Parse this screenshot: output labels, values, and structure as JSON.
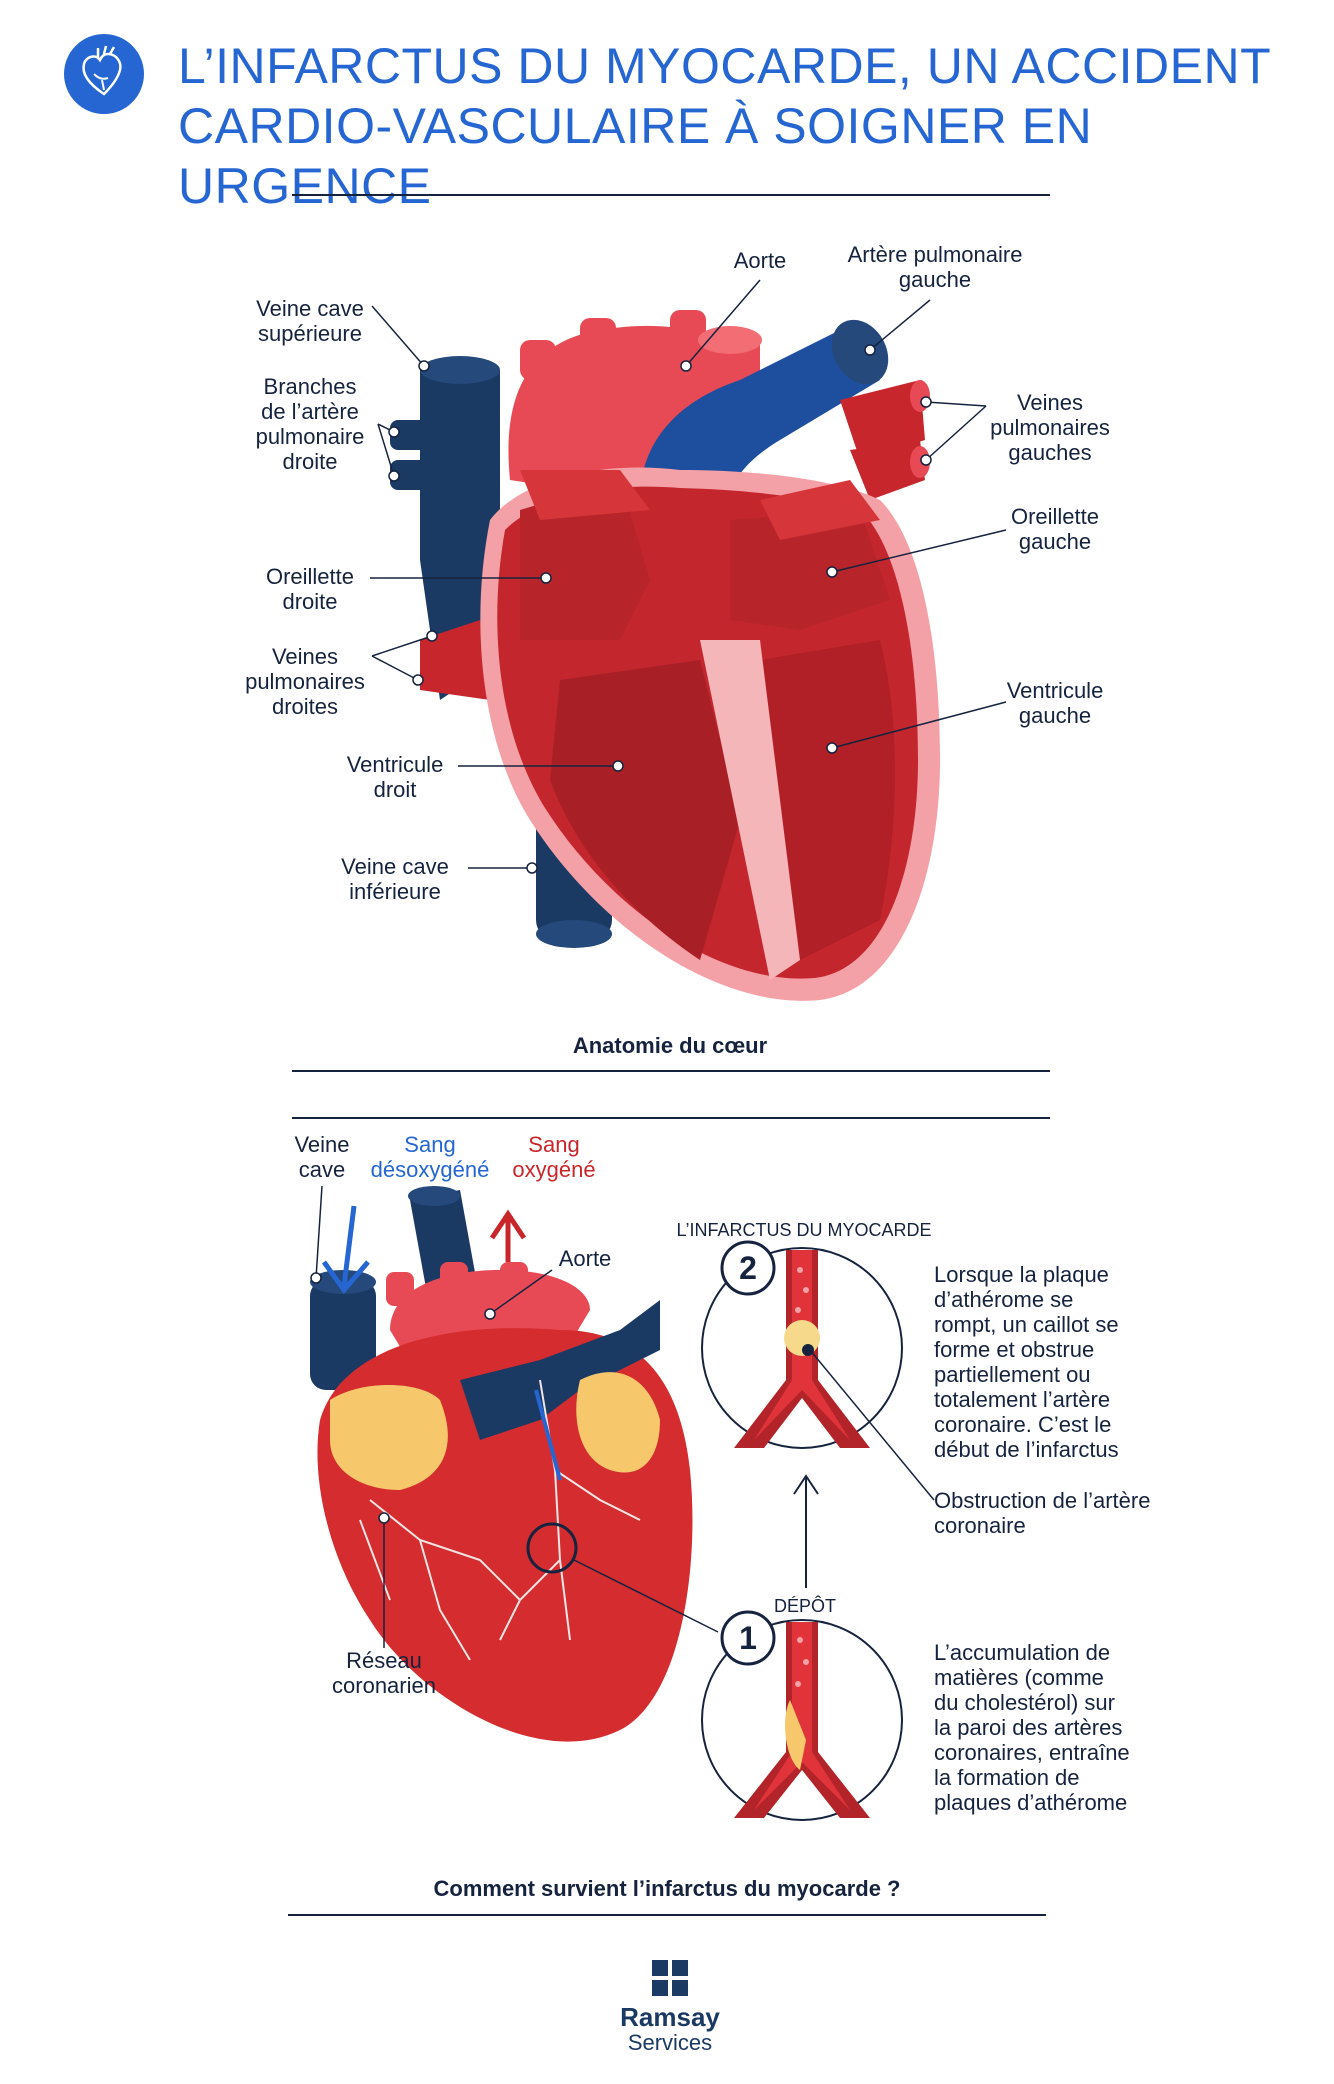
{
  "header": {
    "title_line1": "L’INFARCTUS DU MYOCARDE, UN ACCIDENT",
    "title_line2": "CARDIO-VASCULAIRE À SOIGNER EN URGENCE",
    "icon": "heart-outline-icon"
  },
  "anatomy": {
    "caption": "Anatomie du cœur",
    "labels": {
      "aorte": "Aorte",
      "artere_pulm_1": "Artère pulmonaire",
      "artere_pulm_2": "gauche",
      "vcs_1": "Veine cave",
      "vcs_2": "supérieure",
      "branches_1": "Branches",
      "branches_2": "de l’artère",
      "branches_3": "pulmonaire",
      "branches_4": "droite",
      "vpg_1": "Veines",
      "vpg_2": "pulmonaires",
      "vpg_3": "gauches",
      "og_1": "Oreillette",
      "og_2": "gauche",
      "od_1": "Oreillette",
      "od_2": "droite",
      "vpd_1": "Veines",
      "vpd_2": "pulmonaires",
      "vpd_3": "droites",
      "vg_1": "Ventricule",
      "vg_2": "gauche",
      "vd_1": "Ventricule",
      "vd_2": "droit",
      "vci_1": "Veine cave",
      "vci_2": "inférieure"
    }
  },
  "infarct": {
    "caption": "Comment survient l’infarctus du myocarde ?",
    "veine_cave_1": "Veine",
    "veine_cave_2": "cave",
    "sang_deox_1": "Sang",
    "sang_deox_2": "désoxygéné",
    "sang_ox_1": "Sang",
    "sang_ox_2": "oxygéné",
    "aorte": "Aorte",
    "reseau_1": "Réseau",
    "reseau_2": "coronarien",
    "stage_title": "L’INFARCTUS DU MYOCARDE",
    "step2_number": "2",
    "step1_number": "1",
    "depot": "DÉPÔT",
    "step2_text": [
      "Lorsque la plaque",
      "d’athérome se",
      "rompt, un caillot se",
      "forme et obstrue",
      "partiellement ou",
      "totalement l’artère",
      "coronaire. C’est le",
      "début de l’infarctus"
    ],
    "obstruction_1": "Obstruction de l’artère",
    "obstruction_2": "coronaire",
    "step1_text": [
      "L’accumulation de",
      "matières (comme",
      "du cholestérol) sur",
      "la paroi des artères",
      "coronaires, entraîne",
      "la formation de",
      "plaques d’athérome"
    ]
  },
  "footer": {
    "brand_line1": "Ramsay",
    "brand_line2": "Services"
  },
  "colors": {
    "accent_blue": "#2566d2",
    "navy": "#16233e",
    "vein_blue": "#1b3a63",
    "artery_red": "#d3262d",
    "deep_red": "#b21f27",
    "pink": "#f06b72",
    "fat_yellow": "#f6c86b"
  }
}
